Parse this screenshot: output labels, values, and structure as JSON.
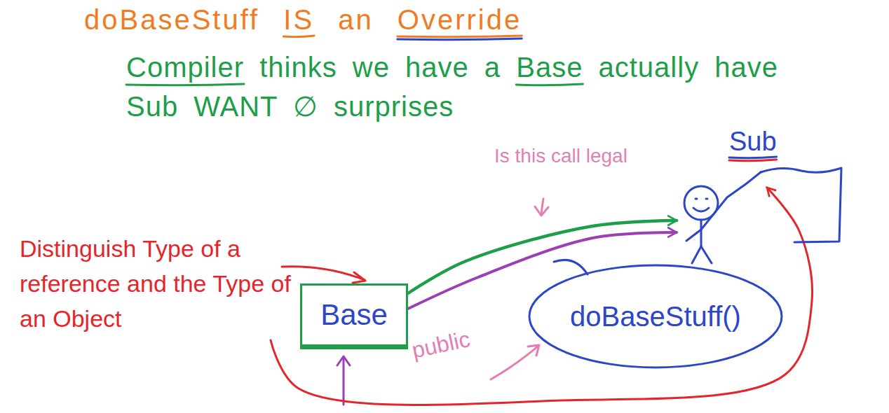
{
  "diagram": {
    "nodes": [
      {
        "text": [
          "Base"
        ]
      },
      {
        "text": [
          "doBaseStuff()"
        ]
      },
      {
        "text": [
          "Sub"
        ]
      }
    ],
    "edges": [
      {
        "from": 0,
        "to": 2,
        "arrow": "to"
      },
      {
        "from": 0,
        "to": 2,
        "arrow": "to"
      }
    ],
    "labels": [
      "doBaseStuff IS an Override",
      "Compiler thinks we have a Base actually have Sub WANT ∅ surprises",
      "Is this call legal",
      "Distinguish Type of a reference and the Type of an Object",
      "public"
    ]
  }
}
